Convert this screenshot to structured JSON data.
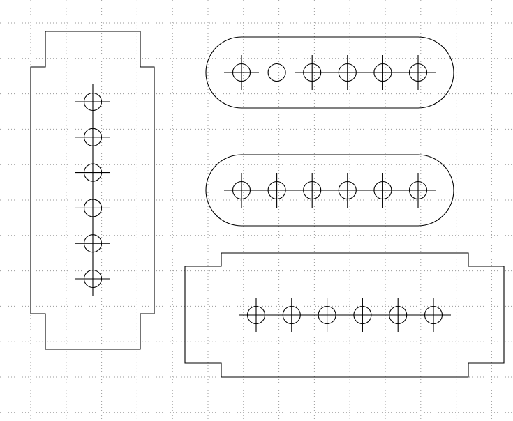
{
  "colors": {
    "background": "#ffffff",
    "stroke": "#000000",
    "grid": "#9a9a9a"
  },
  "drawing": {
    "grid": true,
    "pickups": [
      {
        "kind": "single-coil-rectangular",
        "orientation": "vertical",
        "poles": 6,
        "marker": "crosshair-circle-icon"
      },
      {
        "kind": "humbucker-coil-rounded",
        "orientation": "horizontal",
        "poles": 6,
        "plain_pole_index": 1,
        "marker": "crosshair-circle-icon"
      },
      {
        "kind": "humbucker-coil-rounded",
        "orientation": "horizontal",
        "poles": 6,
        "marker": "crosshair-circle-icon"
      },
      {
        "kind": "p90-rectangular",
        "orientation": "horizontal",
        "poles": 6,
        "marker": "crosshair-circle-icon"
      }
    ]
  }
}
